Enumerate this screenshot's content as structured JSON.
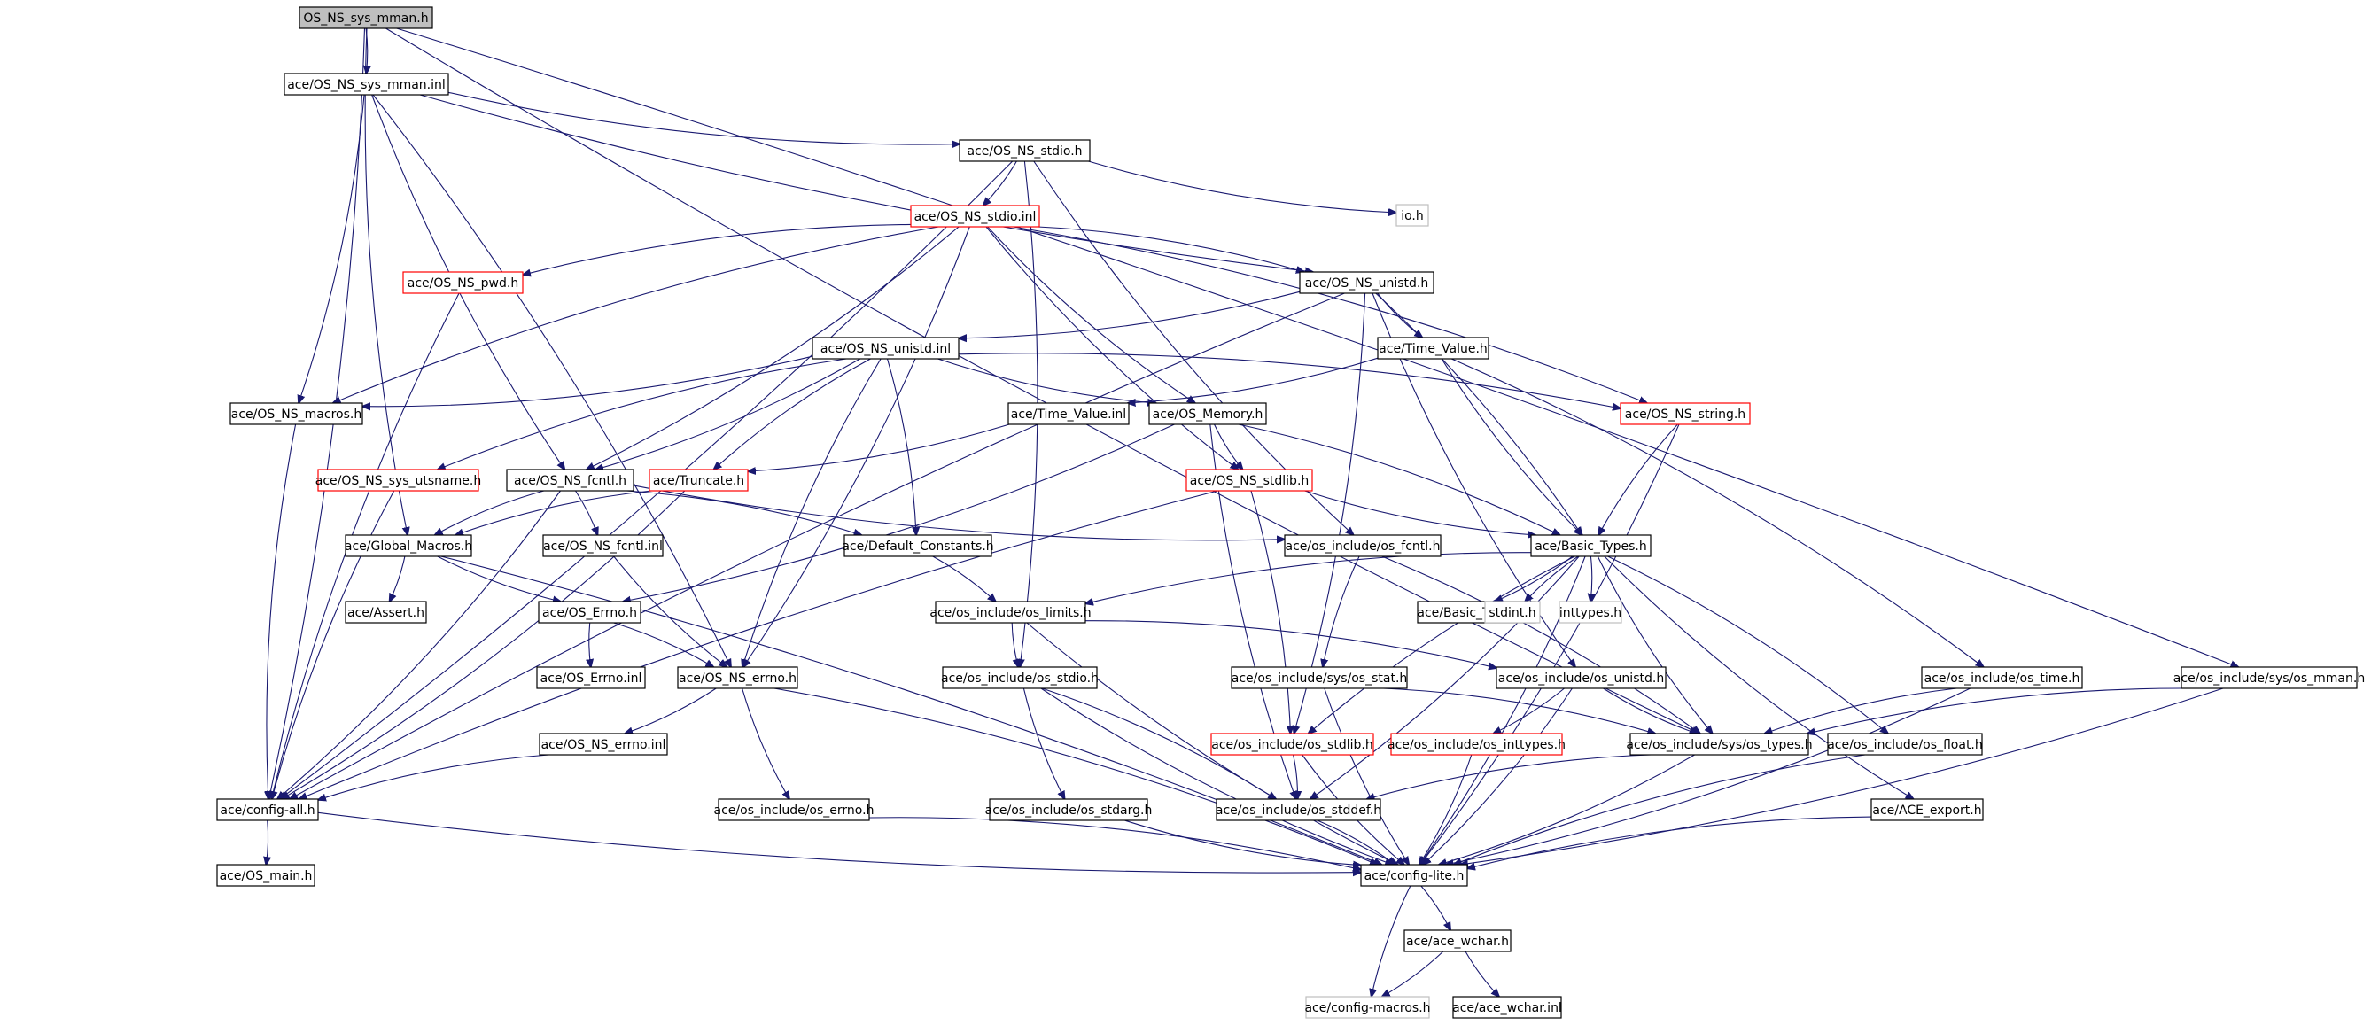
{
  "diagram": {
    "nodes": [
      {
        "id": "root",
        "label": "OS_NS_sys_mman.h",
        "style": "root"
      },
      {
        "id": "sys_mman_inl",
        "label": "ace/OS_NS_sys_mman.inl",
        "style": "black"
      },
      {
        "id": "stdio_h",
        "label": "ace/OS_NS_stdio.h",
        "style": "black"
      },
      {
        "id": "io_h",
        "label": "io.h",
        "style": "gray"
      },
      {
        "id": "stdio_inl",
        "label": "ace/OS_NS_stdio.inl",
        "style": "red"
      },
      {
        "id": "pwd_h",
        "label": "ace/OS_NS_pwd.h",
        "style": "red"
      },
      {
        "id": "unistd_h",
        "label": "ace/OS_NS_unistd.h",
        "style": "black"
      },
      {
        "id": "unistd_inl",
        "label": "ace/OS_NS_unistd.inl",
        "style": "black"
      },
      {
        "id": "time_value_h",
        "label": "ace/Time_Value.h",
        "style": "black"
      },
      {
        "id": "macros_h",
        "label": "ace/OS_NS_macros.h",
        "style": "black"
      },
      {
        "id": "time_value_inl",
        "label": "ace/Time_Value.inl",
        "style": "black"
      },
      {
        "id": "memory_h",
        "label": "ace/OS_Memory.h",
        "style": "black"
      },
      {
        "id": "string_h",
        "label": "ace/OS_NS_string.h",
        "style": "red"
      },
      {
        "id": "utsname_h",
        "label": "ace/OS_NS_sys_utsname.h",
        "style": "red"
      },
      {
        "id": "fcntl_h",
        "label": "ace/OS_NS_fcntl.h",
        "style": "black"
      },
      {
        "id": "truncate_h",
        "label": "ace/Truncate.h",
        "style": "red"
      },
      {
        "id": "stdlib_h",
        "label": "ace/OS_NS_stdlib.h",
        "style": "red"
      },
      {
        "id": "global_macros_h",
        "label": "ace/Global_Macros.h",
        "style": "black"
      },
      {
        "id": "fcntl_inl",
        "label": "ace/OS_NS_fcntl.inl",
        "style": "black"
      },
      {
        "id": "default_constants_h",
        "label": "ace/Default_Constants.h",
        "style": "black"
      },
      {
        "id": "os_fcntl_h",
        "label": "ace/os_include/os_fcntl.h",
        "style": "black"
      },
      {
        "id": "basic_types_h",
        "label": "ace/Basic_Types.h",
        "style": "black"
      },
      {
        "id": "assert_h",
        "label": "ace/Assert.h",
        "style": "black"
      },
      {
        "id": "os_errno_h",
        "label": "ace/OS_Errno.h",
        "style": "black"
      },
      {
        "id": "os_limits_h",
        "label": "ace/os_include/os_limits.h",
        "style": "black"
      },
      {
        "id": "basic_types_inl",
        "label": "ace/Basic_Types.inl",
        "style": "black"
      },
      {
        "id": "stdint_h",
        "label": "stdint.h",
        "style": "gray"
      },
      {
        "id": "inttypes_h",
        "label": "inttypes.h",
        "style": "gray"
      },
      {
        "id": "os_errno_inl",
        "label": "ace/OS_Errno.inl",
        "style": "black"
      },
      {
        "id": "ns_errno_h",
        "label": "ace/OS_NS_errno.h",
        "style": "black"
      },
      {
        "id": "os_stdio_h",
        "label": "ace/os_include/os_stdio.h",
        "style": "black"
      },
      {
        "id": "os_stat_h",
        "label": "ace/os_include/sys/os_stat.h",
        "style": "black"
      },
      {
        "id": "os_unistd_h",
        "label": "ace/os_include/os_unistd.h",
        "style": "black"
      },
      {
        "id": "os_time_h",
        "label": "ace/os_include/os_time.h",
        "style": "black"
      },
      {
        "id": "os_sys_mman_h",
        "label": "ace/os_include/sys/os_mman.h",
        "style": "black"
      },
      {
        "id": "ns_errno_inl",
        "label": "ace/OS_NS_errno.inl",
        "style": "black"
      },
      {
        "id": "os_stdlib_h",
        "label": "ace/os_include/os_stdlib.h",
        "style": "red"
      },
      {
        "id": "os_inttypes_h",
        "label": "ace/os_include/os_inttypes.h",
        "style": "red"
      },
      {
        "id": "os_types_h",
        "label": "ace/os_include/sys/os_types.h",
        "style": "black"
      },
      {
        "id": "os_float_h",
        "label": "ace/os_include/os_float.h",
        "style": "black"
      },
      {
        "id": "config_all_h",
        "label": "ace/config-all.h",
        "style": "black"
      },
      {
        "id": "os_errno_inc_h",
        "label": "ace/os_include/os_errno.h",
        "style": "black"
      },
      {
        "id": "os_stdarg_h",
        "label": "ace/os_include/os_stdarg.h",
        "style": "black"
      },
      {
        "id": "os_stddef_h",
        "label": "ace/os_include/os_stddef.h",
        "style": "black"
      },
      {
        "id": "ace_export_h",
        "label": "ace/ACE_export.h",
        "style": "black"
      },
      {
        "id": "os_main_h",
        "label": "ace/OS_main.h",
        "style": "black"
      },
      {
        "id": "config_lite_h",
        "label": "ace/config-lite.h",
        "style": "black"
      },
      {
        "id": "ace_wchar_h",
        "label": "ace/ace_wchar.h",
        "style": "black"
      },
      {
        "id": "config_macros_h",
        "label": "ace/config-macros.h",
        "style": "gray"
      },
      {
        "id": "ace_wchar_inl",
        "label": "ace/ace_wchar.inl",
        "style": "black"
      }
    ],
    "edges": [
      [
        "root",
        "sys_mman_inl"
      ],
      [
        "root",
        "global_macros_h"
      ],
      [
        "root",
        "config_all_h"
      ],
      [
        "root",
        "os_types_h"
      ],
      [
        "root",
        "os_sys_mman_h"
      ],
      [
        "sys_mman_inl",
        "stdio_h"
      ],
      [
        "sys_mman_inl",
        "macros_h"
      ],
      [
        "sys_mman_inl",
        "fcntl_h"
      ],
      [
        "sys_mman_inl",
        "ns_errno_h"
      ],
      [
        "sys_mman_inl",
        "unistd_h"
      ],
      [
        "stdio_h",
        "stdio_inl"
      ],
      [
        "stdio_h",
        "io_h"
      ],
      [
        "stdio_h",
        "os_stdio_h"
      ],
      [
        "stdio_h",
        "os_fcntl_h"
      ],
      [
        "stdio_h",
        "config_all_h"
      ],
      [
        "stdio_inl",
        "pwd_h"
      ],
      [
        "stdio_inl",
        "unistd_h"
      ],
      [
        "stdio_inl",
        "memory_h"
      ],
      [
        "stdio_inl",
        "string_h"
      ],
      [
        "stdio_inl",
        "stdlib_h"
      ],
      [
        "stdio_inl",
        "fcntl_h"
      ],
      [
        "stdio_inl",
        "macros_h"
      ],
      [
        "stdio_inl",
        "ns_errno_h"
      ],
      [
        "pwd_h",
        "config_all_h"
      ],
      [
        "unistd_h",
        "unistd_inl"
      ],
      [
        "unistd_h",
        "time_value_h"
      ],
      [
        "unistd_h",
        "basic_types_h"
      ],
      [
        "unistd_h",
        "os_unistd_h"
      ],
      [
        "unistd_h",
        "os_stdlib_h"
      ],
      [
        "unistd_h",
        "config_all_h"
      ],
      [
        "unistd_inl",
        "macros_h"
      ],
      [
        "unistd_inl",
        "memory_h"
      ],
      [
        "unistd_inl",
        "string_h"
      ],
      [
        "unistd_inl",
        "utsname_h"
      ],
      [
        "unistd_inl",
        "fcntl_h"
      ],
      [
        "unistd_inl",
        "truncate_h"
      ],
      [
        "unistd_inl",
        "default_constants_h"
      ],
      [
        "unistd_inl",
        "ns_errno_h"
      ],
      [
        "time_value_h",
        "time_value_inl"
      ],
      [
        "time_value_h",
        "basic_types_h"
      ],
      [
        "time_value_h",
        "os_time_h"
      ],
      [
        "macros_h",
        "config_all_h"
      ],
      [
        "time_value_inl",
        "truncate_h"
      ],
      [
        "memory_h",
        "stdlib_h"
      ],
      [
        "memory_h",
        "basic_types_h"
      ],
      [
        "memory_h",
        "os_stddef_h"
      ],
      [
        "memory_h",
        "os_errno_h"
      ],
      [
        "string_h",
        "basic_types_h"
      ],
      [
        "string_h",
        "config_lite_h"
      ],
      [
        "utsname_h",
        "config_all_h"
      ],
      [
        "fcntl_h",
        "fcntl_inl"
      ],
      [
        "fcntl_h",
        "global_macros_h"
      ],
      [
        "fcntl_h",
        "default_constants_h"
      ],
      [
        "fcntl_h",
        "os_fcntl_h"
      ],
      [
        "fcntl_h",
        "config_all_h"
      ],
      [
        "truncate_h",
        "global_macros_h"
      ],
      [
        "truncate_h",
        "config_all_h"
      ],
      [
        "stdlib_h",
        "basic_types_h"
      ],
      [
        "stdlib_h",
        "os_stdlib_h"
      ],
      [
        "stdlib_h",
        "config_all_h"
      ],
      [
        "global_macros_h",
        "assert_h"
      ],
      [
        "global_macros_h",
        "os_errno_h"
      ],
      [
        "global_macros_h",
        "config_lite_h"
      ],
      [
        "fcntl_inl",
        "ns_errno_h"
      ],
      [
        "default_constants_h",
        "os_limits_h"
      ],
      [
        "os_fcntl_h",
        "os_stat_h"
      ],
      [
        "os_fcntl_h",
        "os_types_h"
      ],
      [
        "basic_types_h",
        "os_limits_h"
      ],
      [
        "basic_types_h",
        "basic_types_inl"
      ],
      [
        "basic_types_h",
        "stdint_h"
      ],
      [
        "basic_types_h",
        "inttypes_h"
      ],
      [
        "basic_types_h",
        "os_types_h"
      ],
      [
        "basic_types_h",
        "os_float_h"
      ],
      [
        "basic_types_h",
        "ace_export_h"
      ],
      [
        "basic_types_h",
        "config_lite_h"
      ],
      [
        "basic_types_h",
        "os_stdlib_h"
      ],
      [
        "basic_types_h",
        "os_stddef_h"
      ],
      [
        "os_errno_h",
        "os_errno_inl"
      ],
      [
        "os_errno_h",
        "ns_errno_h"
      ],
      [
        "os_limits_h",
        "os_stdio_h"
      ],
      [
        "os_limits_h",
        "os_unistd_h"
      ],
      [
        "os_limits_h",
        "config_lite_h"
      ],
      [
        "ns_errno_h",
        "ns_errno_inl"
      ],
      [
        "ns_errno_h",
        "os_errno_inc_h"
      ],
      [
        "ns_errno_h",
        "config_lite_h"
      ],
      [
        "os_stdio_h",
        "os_stdarg_h"
      ],
      [
        "os_stdio_h",
        "os_stddef_h"
      ],
      [
        "os_stdio_h",
        "config_lite_h"
      ],
      [
        "os_stat_h",
        "os_types_h"
      ],
      [
        "os_stat_h",
        "config_lite_h"
      ],
      [
        "os_unistd_h",
        "os_inttypes_h"
      ],
      [
        "os_unistd_h",
        "os_types_h"
      ],
      [
        "os_unistd_h",
        "config_lite_h"
      ],
      [
        "os_time_h",
        "os_types_h"
      ],
      [
        "os_time_h",
        "config_lite_h"
      ],
      [
        "os_sys_mman_h",
        "os_types_h"
      ],
      [
        "os_sys_mman_h",
        "config_lite_h"
      ],
      [
        "ns_errno_inl",
        "config_all_h"
      ],
      [
        "os_stdlib_h",
        "os_stddef_h"
      ],
      [
        "os_stdlib_h",
        "config_lite_h"
      ],
      [
        "os_inttypes_h",
        "config_lite_h"
      ],
      [
        "os_types_h",
        "os_stddef_h"
      ],
      [
        "os_types_h",
        "config_lite_h"
      ],
      [
        "os_float_h",
        "config_lite_h"
      ],
      [
        "config_all_h",
        "os_main_h"
      ],
      [
        "config_all_h",
        "config_lite_h"
      ],
      [
        "os_errno_inc_h",
        "config_lite_h"
      ],
      [
        "os_stdarg_h",
        "config_lite_h"
      ],
      [
        "os_stddef_h",
        "config_lite_h"
      ],
      [
        "ace_export_h",
        "config_lite_h"
      ],
      [
        "config_lite_h",
        "ace_wchar_h"
      ],
      [
        "config_lite_h",
        "config_macros_h"
      ],
      [
        "ace_wchar_h",
        "config_macros_h"
      ],
      [
        "ace_wchar_h",
        "ace_wchar_inl"
      ]
    ]
  }
}
